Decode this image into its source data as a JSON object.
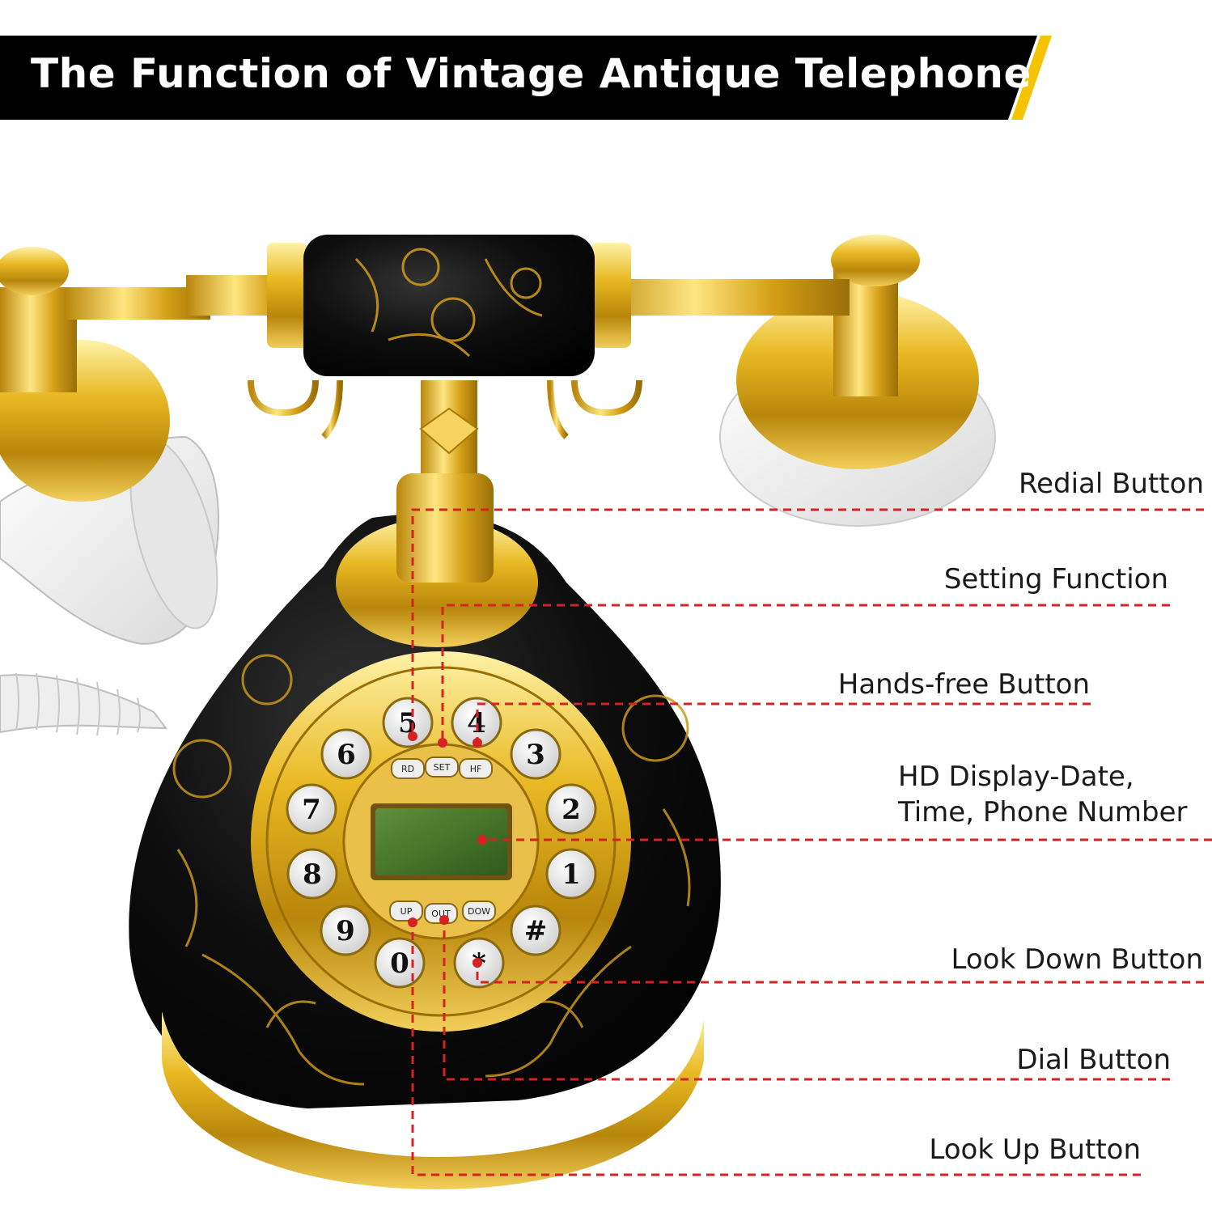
{
  "banner": {
    "title": "The Function of Vintage Antique Telephone",
    "background_color": "#000000",
    "accent_color": "#f5c400"
  },
  "phone": {
    "body_color": "#0b0b0b",
    "gold_color": "#d4a017",
    "keypad_numbers": [
      "5",
      "4",
      "6",
      "3",
      "7",
      "2",
      "8",
      "1",
      "9",
      "#",
      "0",
      "*"
    ],
    "function_keys": [
      "RD",
      "SET",
      "HF",
      "UP",
      "OUT",
      "DOW"
    ]
  },
  "callouts": [
    {
      "label": "Redial Button"
    },
    {
      "label": "Setting Function"
    },
    {
      "label": "Hands-free Button"
    },
    {
      "label": "HD Display-Date,\nTime, Phone Number"
    },
    {
      "label": "Look Down Button"
    },
    {
      "label": "Dial Button"
    },
    {
      "label": "Look Up Button"
    }
  ],
  "leader_line_color": "#d62222"
}
